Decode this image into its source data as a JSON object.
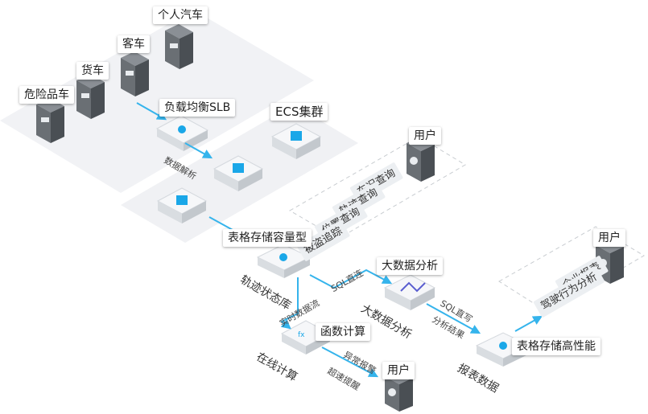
{
  "vehicles": {
    "hazmat": "危险品车",
    "truck": "货车",
    "bus": "客车",
    "car": "个人汽车"
  },
  "ingest": {
    "slb": "负载均衡SLB",
    "parse": "数据解析",
    "ecs": "ECS集群"
  },
  "user_top": {
    "title": "用户",
    "queries": [
      "车况查询",
      "轨迹查询",
      "位置查询",
      "被盗追踪"
    ]
  },
  "storage": {
    "capacity_label": "表格存储容量型",
    "track_db": "轨迹状态库"
  },
  "links": {
    "sql_direct": "SQL直连",
    "realtime_stream": "实时数据流",
    "sql_write": "SQL直写",
    "analysis_result": "分析结果",
    "alarm": "异常报警",
    "overspeed": "超速提醒"
  },
  "analytics": {
    "title": "大数据分析",
    "name": "大数据分析"
  },
  "compute": {
    "title": "函数计算",
    "name": "在线计算"
  },
  "report": {
    "perf_label": "表格存储高性能",
    "name": "报表数据"
  },
  "user_right": {
    "title": "用户",
    "items": [
      "企业报表",
      "驾驶行为分析"
    ]
  },
  "user_bottom": {
    "title": "用户"
  },
  "colors": {
    "accent": "#1aa7e8",
    "line": "#35b4ec",
    "platform": "#eef0f3",
    "tower": "#555a60"
  }
}
